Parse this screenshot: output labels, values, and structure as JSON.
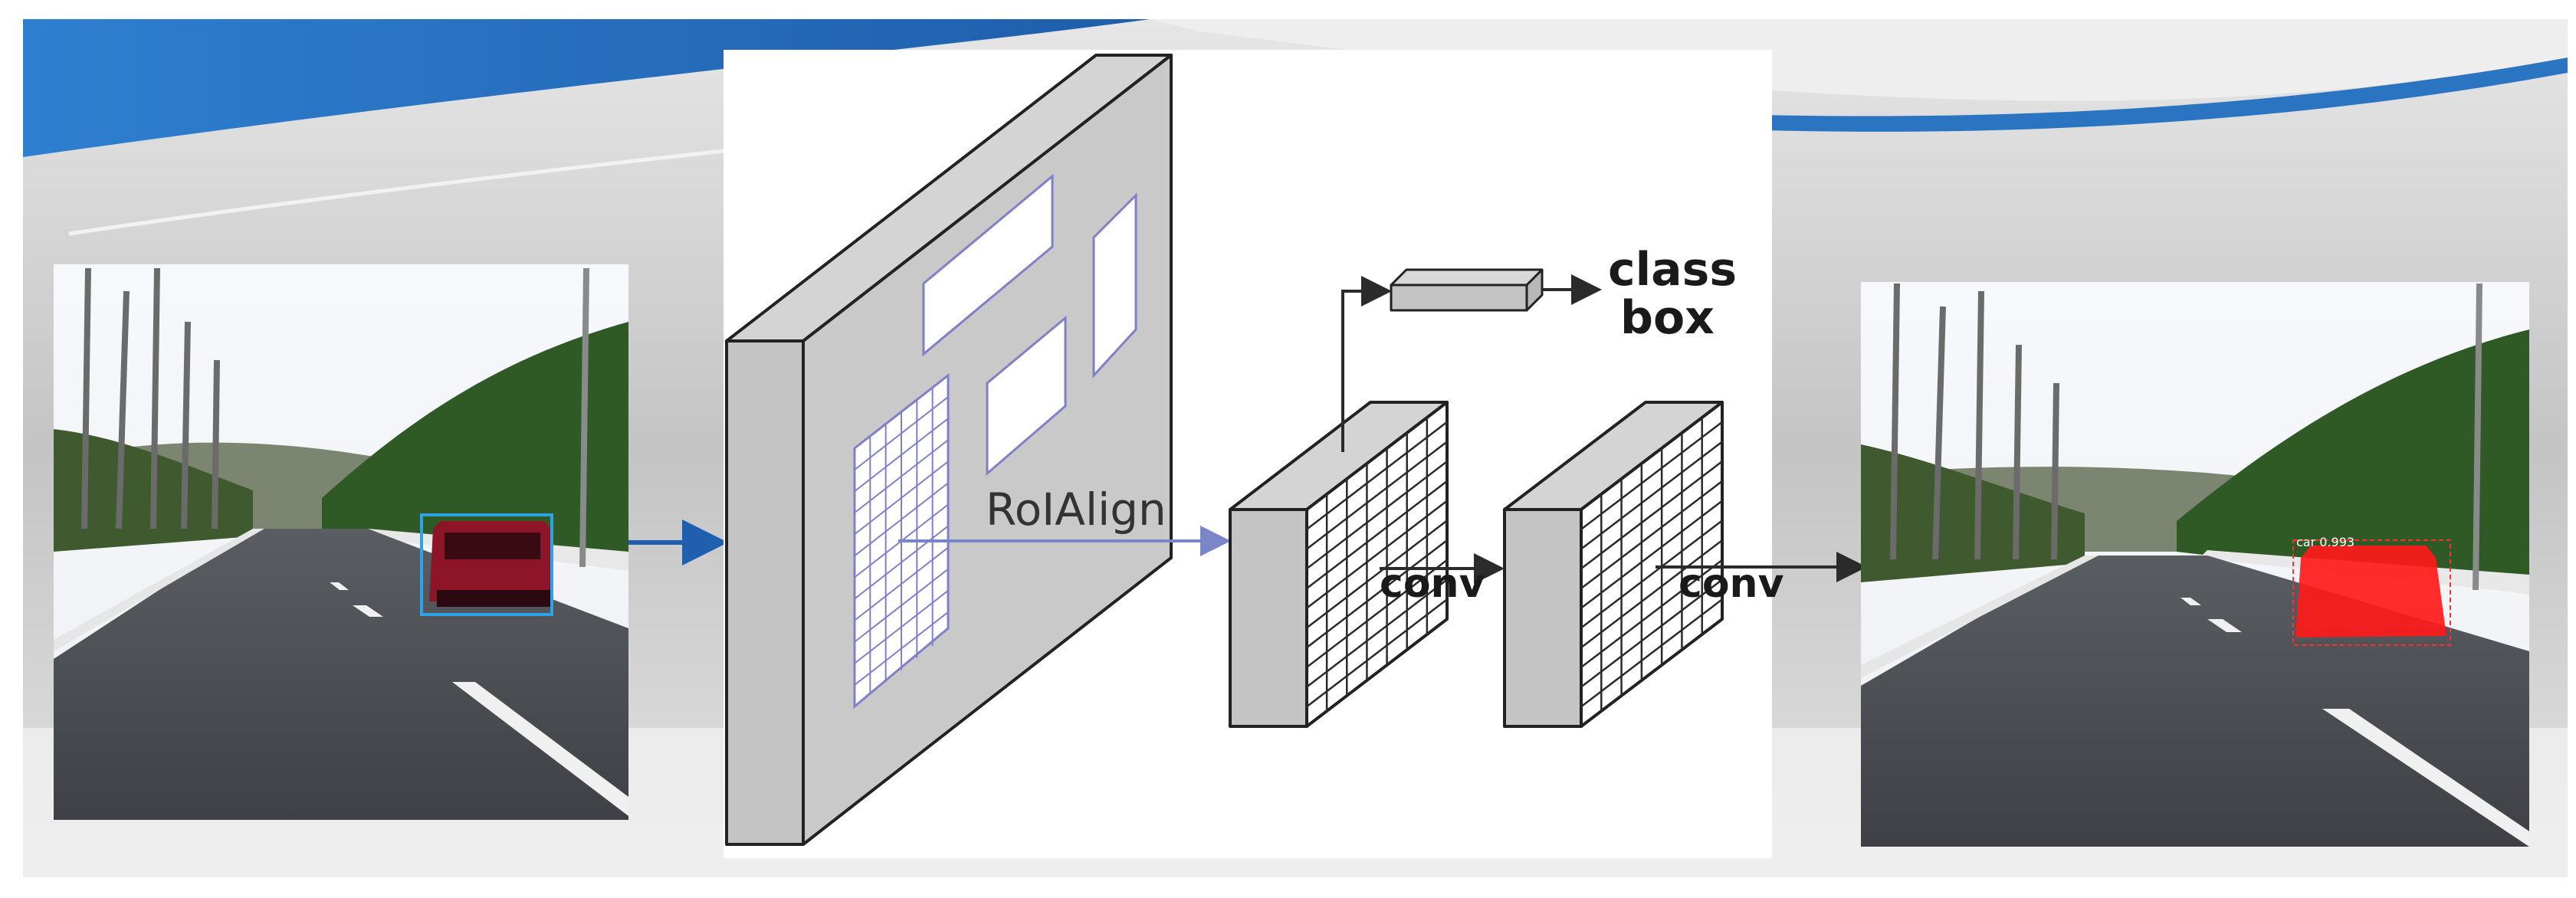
{
  "labels": {
    "roialign": "RoIAlign",
    "conv_first": "conv",
    "conv_second": "conv",
    "class": "class",
    "box": "box",
    "detection_score": "car 0.993"
  },
  "colors": {
    "banner_blue": "#2a74c2",
    "slide_gray": "#cfcfcf",
    "panel_white": "#ffffff",
    "block_gray": "#c9c9c9",
    "grid_line": "#9a9ad6",
    "roi_arrow": "#7a86c8",
    "flow_arrow": "#1f5fae",
    "bbox_blue": "#2fa3e6",
    "mask_red": "#ff1a1a"
  },
  "icons": {
    "input_photo": "road-scene-photo",
    "output_photo": "road-scene-with-mask-photo"
  }
}
